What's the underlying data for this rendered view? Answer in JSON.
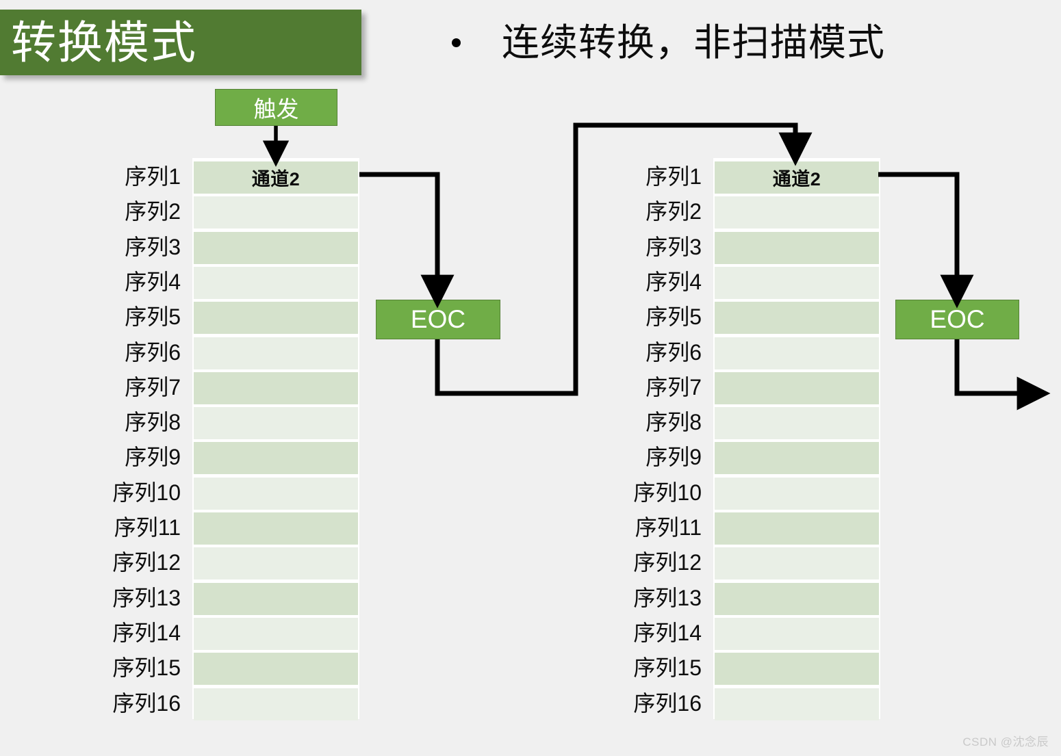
{
  "slide": {
    "background_color": "#f0f0f0",
    "title": "转换模式",
    "title_bar_color": "#517b32",
    "bullet": {
      "marker": "bullet-dot",
      "text": "连续转换，非扫描模式"
    },
    "watermark": "CSDN @沈念辰"
  },
  "palette": {
    "dark_green": "#517b32",
    "box_green": "#70ad47",
    "box_green_border": "#548235",
    "row_odd": "#d5e2cc",
    "row_even": "#e9efe6",
    "line_black": "#000000",
    "text_dark": "#0d0d0d"
  },
  "boxes": {
    "trigger": "触发",
    "eoc_left": "EOC",
    "eoc_right": "EOC"
  },
  "tables": [
    {
      "id": "conversion-table-left",
      "header": "通道2",
      "rows": [
        {
          "label": "序列1",
          "value": "通道2"
        },
        {
          "label": "序列2",
          "value": ""
        },
        {
          "label": "序列3",
          "value": ""
        },
        {
          "label": "序列4",
          "value": ""
        },
        {
          "label": "序列5",
          "value": ""
        },
        {
          "label": "序列6",
          "value": ""
        },
        {
          "label": "序列7",
          "value": ""
        },
        {
          "label": "序列8",
          "value": ""
        },
        {
          "label": "序列9",
          "value": ""
        },
        {
          "label": "序列10",
          "value": ""
        },
        {
          "label": "序列11",
          "value": ""
        },
        {
          "label": "序列12",
          "value": ""
        },
        {
          "label": "序列13",
          "value": ""
        },
        {
          "label": "序列14",
          "value": ""
        },
        {
          "label": "序列15",
          "value": ""
        },
        {
          "label": "序列16",
          "value": ""
        }
      ]
    },
    {
      "id": "conversion-table-right",
      "header": "通道2",
      "rows": [
        {
          "label": "序列1",
          "value": "通道2"
        },
        {
          "label": "序列2",
          "value": ""
        },
        {
          "label": "序列3",
          "value": ""
        },
        {
          "label": "序列4",
          "value": ""
        },
        {
          "label": "序列5",
          "value": ""
        },
        {
          "label": "序列6",
          "value": ""
        },
        {
          "label": "序列7",
          "value": ""
        },
        {
          "label": "序列8",
          "value": ""
        },
        {
          "label": "序列9",
          "value": ""
        },
        {
          "label": "序列10",
          "value": ""
        },
        {
          "label": "序列11",
          "value": ""
        },
        {
          "label": "序列12",
          "value": ""
        },
        {
          "label": "序列13",
          "value": ""
        },
        {
          "label": "序列14",
          "value": ""
        },
        {
          "label": "序列15",
          "value": ""
        },
        {
          "label": "序列16",
          "value": ""
        }
      ]
    }
  ]
}
